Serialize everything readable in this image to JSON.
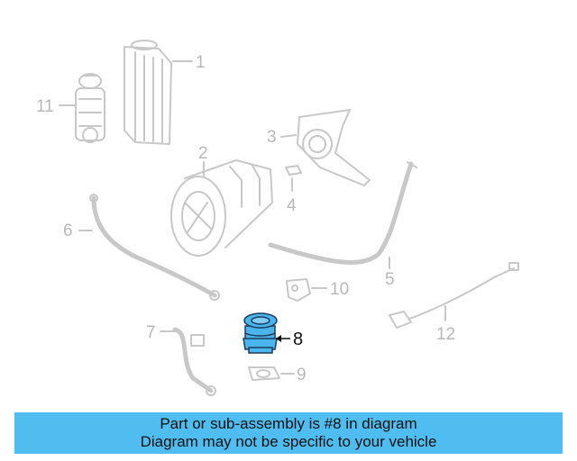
{
  "diagram": {
    "callouts": [
      "1",
      "2",
      "3",
      "4",
      "5",
      "6",
      "7",
      "8",
      "9",
      "10",
      "11",
      "12"
    ],
    "highlighted_part": "8",
    "colors": {
      "part": "#c8c8c8",
      "callout": "#b8b8b8",
      "highlight_fill": "#4ab5ec",
      "highlight_stroke": "#1d3b5a"
    }
  },
  "banner": {
    "line1": "Part or sub-assembly is #8 in diagram",
    "line2": "Diagram may not be specific to your vehicle",
    "background": "#4fbdf0"
  }
}
